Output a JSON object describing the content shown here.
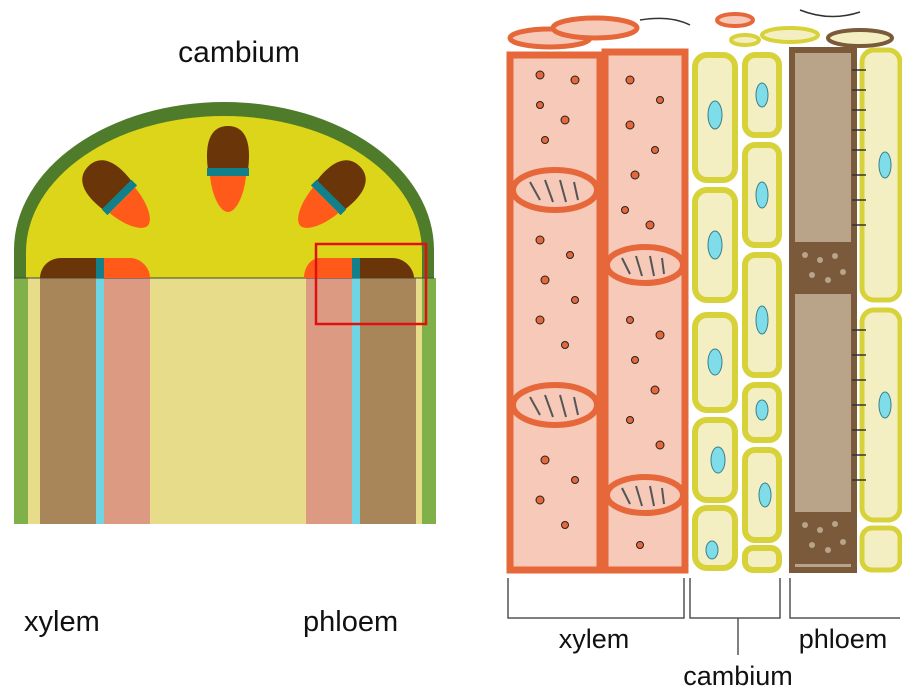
{
  "left_diagram": {
    "title": "cambium",
    "label_left": "xylem",
    "label_right": "phloem"
  },
  "right_diagram": {
    "label_xylem": "xylem",
    "label_cambium": "cambium",
    "label_phloem": "phloem"
  },
  "colors": {
    "bark": "#4f7c2a",
    "ground": "#dcd51a",
    "heartwood": "#6a3508",
    "cambium_band": "#11808a",
    "sapwood": "#ff5a1a",
    "stem_pale": "#e7dc8a",
    "xylem_tissue": "#ef8a6a",
    "cell_fill": "#f6c9b8",
    "cambium_wall": "#d8d23a",
    "cambium_fill": "#f3efc2",
    "nucleus": "#7fdde9",
    "phloem_brown": "#7a5a3a",
    "phloem_fill": "#b9a48a",
    "highlight_box": "#e01010"
  }
}
